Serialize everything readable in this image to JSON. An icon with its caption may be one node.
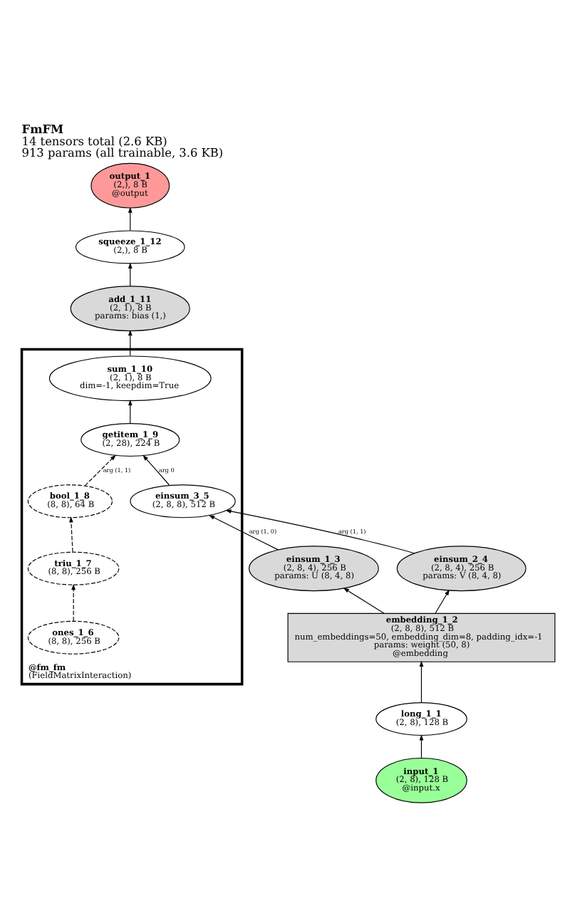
{
  "diagram": {
    "title": "FmFM",
    "nodes": [
      {
        "text": [
          "output_1",
          "(2,), 8 B",
          "@output"
        ]
      },
      {
        "text": [
          "squeeze_1_12",
          "(2,), 8 B"
        ]
      },
      {
        "text": [
          "add_1_11",
          "(2, 1), 8 B",
          "params: bias (1,)"
        ]
      },
      {
        "text": [
          "@fm_fm",
          "(FieldMatrixInteraction)"
        ]
      },
      {
        "text": [
          "sum_1_10",
          "(2, 1), 8 B",
          "dim=-1, keepdim=True"
        ],
        "in": 3
      },
      {
        "text": [
          "getitem_1_9",
          "(2, 28), 224 B"
        ],
        "in": 3
      },
      {
        "text": [
          "einsum_3_5",
          "(2, 8, 8), 512 B"
        ],
        "in": 3
      },
      {
        "text": [
          "bool_1_8",
          "(8, 8), 64 B"
        ],
        "in": 3
      },
      {
        "text": [
          "triu_1_7",
          "(8, 8), 256 B"
        ],
        "in": 3
      },
      {
        "text": [
          "ones_1_6",
          "(8, 8), 256 B"
        ],
        "in": 3
      },
      {
        "text": [
          "einsum_1_3",
          "(2, 8, 4), 256 B",
          "params: U (8, 4, 8)"
        ]
      },
      {
        "text": [
          "einsum_2_4",
          "(2, 8, 4), 256 B",
          "params: V (8, 4, 8)"
        ]
      },
      {
        "text": [
          "embedding_1_2",
          "(2, 8, 8), 512 B",
          "num_embeddings=50, embedding_dim=8, padding_idx=-1",
          "params: weight (50, 8)",
          "@embedding"
        ]
      },
      {
        "text": [
          "long_1_1",
          "(2, 8), 128 B"
        ]
      },
      {
        "text": [
          "input_1",
          "(2, 8), 128 B",
          "@input.x"
        ]
      }
    ],
    "edges": [
      {
        "from": 14,
        "to": 13,
        "arrow": "to"
      },
      {
        "from": 13,
        "to": 12,
        "arrow": "to"
      },
      {
        "from": 12,
        "to": 10,
        "arrow": "to"
      },
      {
        "from": 12,
        "to": 11,
        "arrow": "to"
      },
      {
        "from": 10,
        "to": 6,
        "arrow": "to",
        "label": "arg (1, 0)"
      },
      {
        "from": 11,
        "to": 6,
        "arrow": "to",
        "label": "arg (1, 1)"
      },
      {
        "from": 9,
        "to": 8,
        "arrow": "to",
        "style": "dashed"
      },
      {
        "from": 8,
        "to": 7,
        "arrow": "to",
        "style": "dashed"
      },
      {
        "from": 6,
        "to": 5,
        "arrow": "to",
        "label": "arg 0"
      },
      {
        "from": 7,
        "to": 5,
        "arrow": "to",
        "style": "dashed",
        "label": "arg (1, 1)"
      },
      {
        "from": 5,
        "to": 4,
        "arrow": "to"
      },
      {
        "from": 4,
        "to": 2,
        "arrow": "to"
      },
      {
        "from": 2,
        "to": 1,
        "arrow": "to"
      },
      {
        "from": 1,
        "to": 0,
        "arrow": "to"
      }
    ],
    "labels": [
      "14 tensors total (2.6 KB)",
      "913 params (all trainable, 3.6 KB)"
    ]
  }
}
